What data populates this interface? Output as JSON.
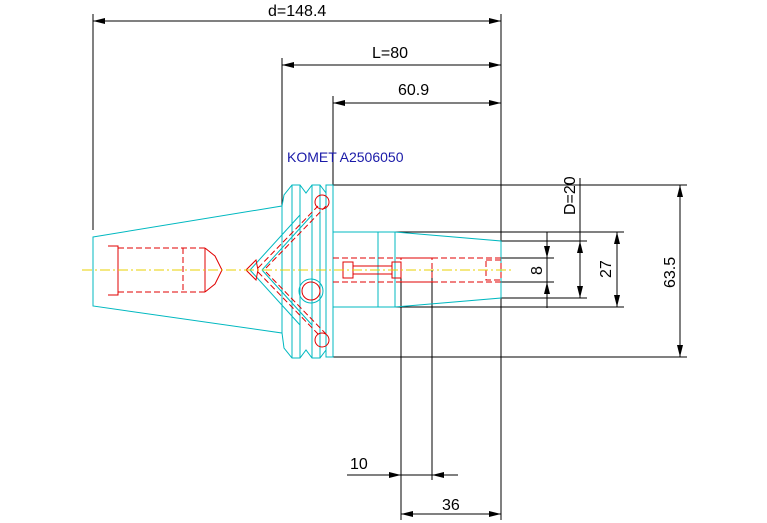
{
  "drawing": {
    "part_label": "KOMET A2506050",
    "dimensions": {
      "overall_length": "d=148.4",
      "length_L": "L=80",
      "length_60_9": "60.9",
      "diameter_D": "D=20",
      "height_63_5": "63.5",
      "height_27": "27",
      "height_8": "8",
      "length_10": "10",
      "length_36": "36"
    }
  },
  "colors": {
    "outline": "#00b8c0",
    "hidden": "#e00000",
    "centerline": "#e8d000",
    "dimension": "#000000",
    "label": "#1a1aa8"
  }
}
